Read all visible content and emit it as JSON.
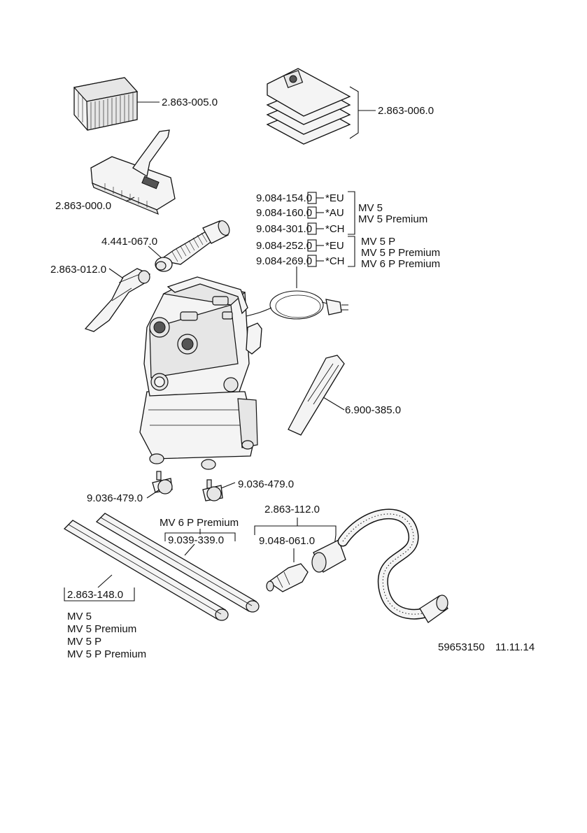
{
  "parts": {
    "filter": "2.863-005.0",
    "bags": "2.863-006.0",
    "floor_nozzle": "2.863-000.0",
    "cable_eu": "9.084-154.0",
    "cable_au": "9.084-160.0",
    "cable_ch": "9.084-301.0",
    "cable_p_eu": "9.084-252.0",
    "cable_p_ch": "9.084-269.0",
    "hose_adapter": "4.441-067.0",
    "handle": "2.863-012.0",
    "crevice": "6.900-385.0",
    "castor_left": "9.036-479.0",
    "castor_right": "9.036-479.0",
    "hose_kit": "2.863-112.0",
    "hose_adapter2": "9.048-061.0",
    "tubes_p": "9.039-339.0",
    "tubes": "2.863-148.0"
  },
  "suffix": {
    "eu": "*EU",
    "au": "*AU",
    "ch": "*CH",
    "p_eu": "*EU",
    "p_ch": "*CH"
  },
  "models": {
    "group1": [
      "MV 5",
      "MV 5 Premium"
    ],
    "group2": [
      "MV 5 P",
      "MV 5 P Premium",
      "MV 6 P Premium"
    ],
    "tubes_p": "MV 6 P Premium",
    "tubes_list": [
      "MV 5",
      "MV 5 Premium",
      "MV 5 P",
      "MV 5 P Premium"
    ]
  },
  "footer": {
    "doc_number": "59653150",
    "date": "11.11.14"
  }
}
